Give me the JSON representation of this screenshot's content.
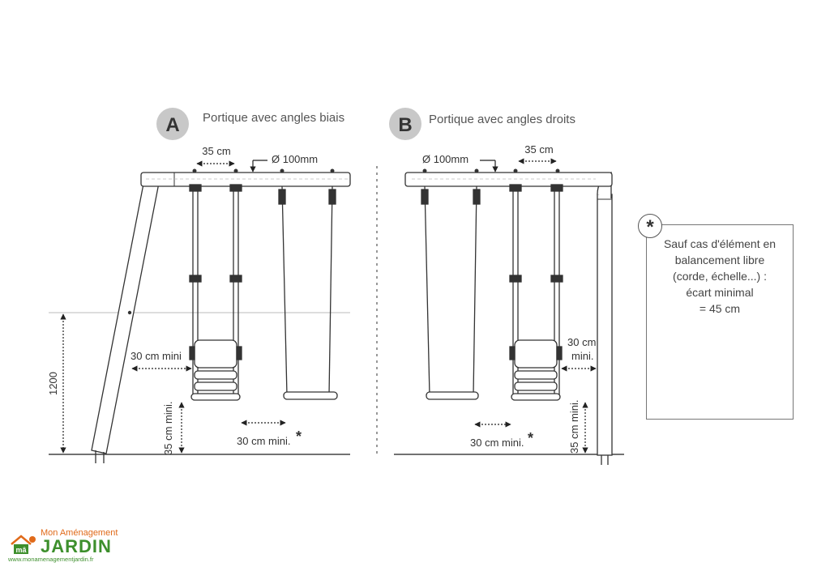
{
  "panel_a": {
    "badge": "A",
    "title": "Portique avec angles biais",
    "dim_spacing": "35 cm",
    "dim_diameter": "Ø 100mm",
    "dim_side": "30 cm mini",
    "dim_between": "30 cm mini.",
    "dim_bottom": "35 cm mini.",
    "dim_height": "1200",
    "asterisk": "*"
  },
  "panel_b": {
    "badge": "B",
    "title": "Portique avec angles droits",
    "dim_spacing": "35 cm",
    "dim_diameter": "Ø 100mm",
    "dim_side_1": "30 cm",
    "dim_side_2": "mini.",
    "dim_between": "30 cm mini.",
    "dim_bottom": "35 cm mini.",
    "asterisk": "*"
  },
  "note": {
    "symbol": "*",
    "lines": [
      "Sauf cas d'élément en",
      "balancement libre",
      "(corde, échelle...) :",
      "écart minimal",
      "= 45 cm"
    ]
  },
  "logo": {
    "tagline": "Mon Aménagement",
    "brand": "JARDIN",
    "url": "www.monamenagementjardin.fr",
    "colors": {
      "orange": "#e06a1a",
      "green": "#3d8f2c"
    }
  }
}
